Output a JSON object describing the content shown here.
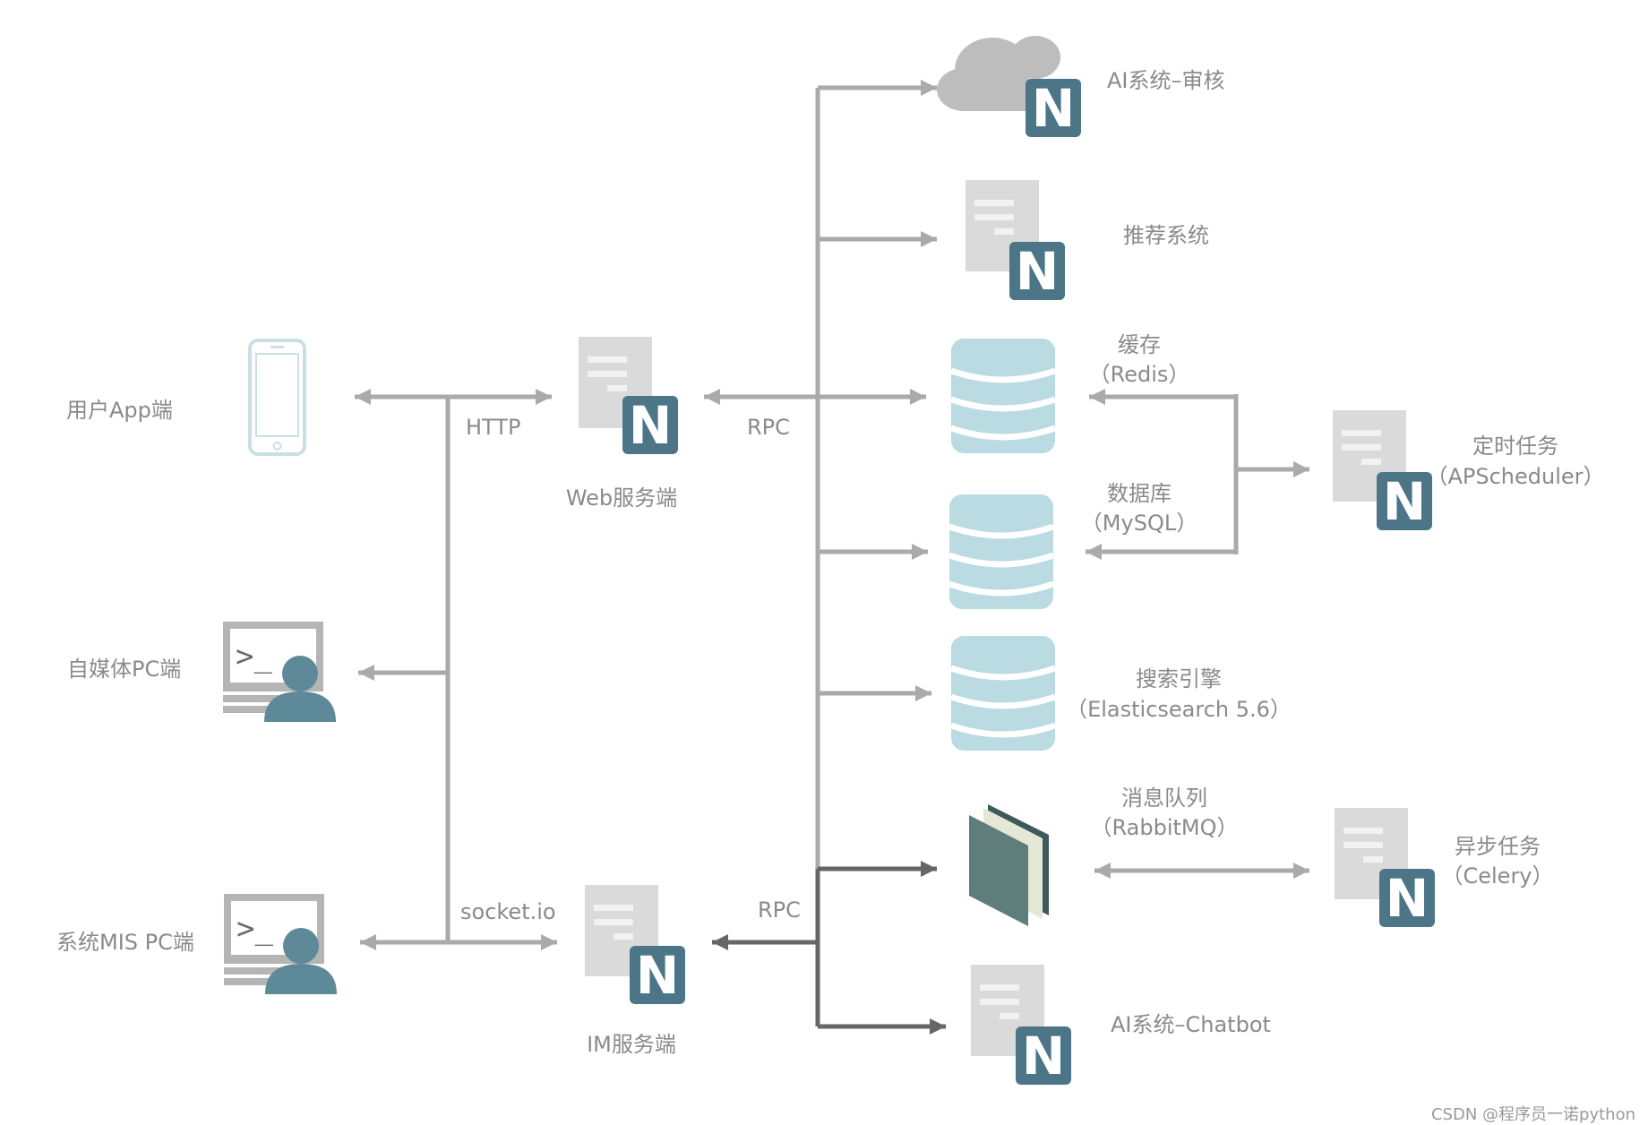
{
  "colors": {
    "line_light": "#aaaaaa",
    "line_dark": "#666666",
    "text": "#8a8a8a",
    "db": "#b9dbe1",
    "badge": "#4c7687",
    "doc": "#dadada",
    "user": "#5e8999",
    "cloud": "#bdbdbd",
    "book": "#5f7d7a"
  },
  "clients": {
    "app": "用户App端",
    "media_pc": "自媒体PC端",
    "mis_pc": "系统MIS PC端"
  },
  "protocols": {
    "http": "HTTP",
    "socketio": "socket.io",
    "rpc_web": "RPC",
    "rpc_im": "RPC"
  },
  "servers": {
    "web": "Web服务端",
    "im": "IM服务端"
  },
  "services": {
    "ai_review": "AI系统–审核",
    "recommend": "推荐系统",
    "cache_name": "缓存",
    "cache_tech": "（Redis）",
    "db_name": "数据库",
    "db_tech": "（MySQL）",
    "search_name": "搜索引擎",
    "search_tech": "（Elasticsearch 5.6）",
    "mq_name": "消息队列",
    "mq_tech": "（RabbitMQ）",
    "chatbot": "AI系统–Chatbot",
    "scheduler_name": "定时任务",
    "scheduler_tech": "（APScheduler）",
    "async_name": "异步任务",
    "async_tech": "（Celery）"
  },
  "badge_letter": "N",
  "watermark": "CSDN @程序员一诺python"
}
